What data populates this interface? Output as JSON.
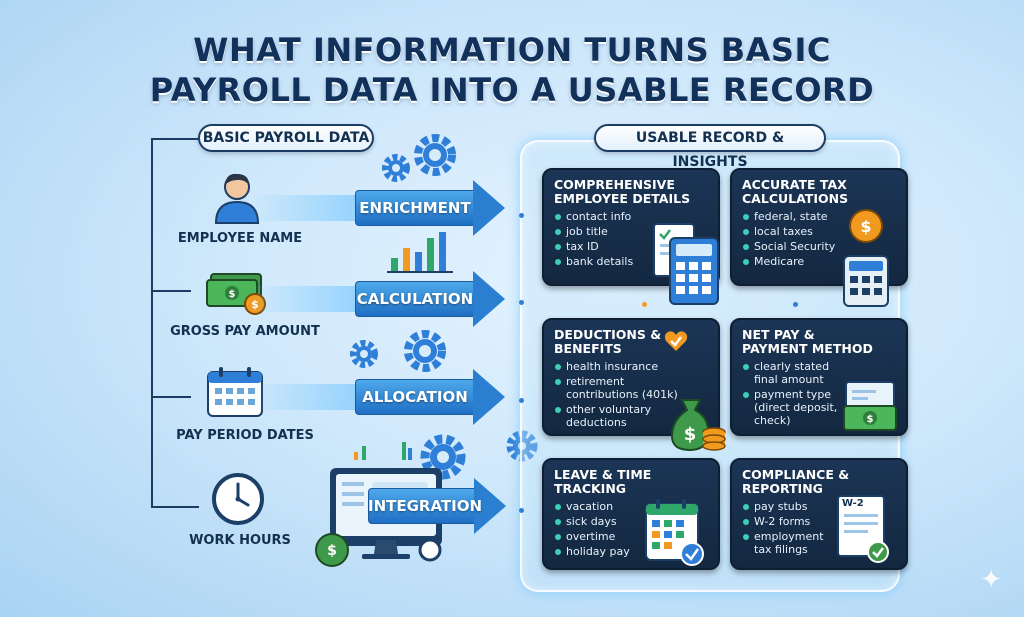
{
  "title": {
    "line1": "WHAT INFORMATION TURNS BASIC",
    "line2": "PAYROLL DATA INTO A USABLE RECORD"
  },
  "left": {
    "header": "BASIC PAYROLL DATA",
    "items": [
      {
        "label": "EMPLOYEE NAME",
        "icon": "person-icon"
      },
      {
        "label": "GROSS PAY AMOUNT",
        "icon": "cash-icon"
      },
      {
        "label": "PAY PERIOD DATES",
        "icon": "calendar-icon"
      },
      {
        "label": "WORK HOURS",
        "icon": "clock-icon"
      }
    ]
  },
  "processes": [
    {
      "label": "ENRICHMENT"
    },
    {
      "label": "CALCULATION"
    },
    {
      "label": "ALLOCATION"
    },
    {
      "label": "INTEGRATION"
    }
  ],
  "right": {
    "header": "USABLE RECORD & INSIGHTS",
    "cards": [
      {
        "title": "COMPREHENSIVE\nEMPLOYEE DETAILS",
        "items": [
          "contact info",
          "job title",
          "tax ID",
          "bank details"
        ]
      },
      {
        "title": "ACCURATE TAX\nCALCULATIONS",
        "items": [
          "federal, state",
          "local taxes",
          "Social Security",
          "Medicare"
        ]
      },
      {
        "title": "DEDUCTIONS &\nBENEFITS",
        "items": [
          "health insurance",
          "retirement\ncontributions (401k)",
          "other voluntary\ndeductions"
        ]
      },
      {
        "title": "NET PAY &\nPAYMENT METHOD",
        "items": [
          "clearly stated\nfinal amount",
          "payment type\n(direct deposit,\ncheck)"
        ]
      },
      {
        "title": "LEAVE & TIME\nTRACKING",
        "items": [
          "vacation",
          "sick days",
          "overtime",
          "holiday pay"
        ]
      },
      {
        "title": "COMPLIANCE &\nREPORTING",
        "items": [
          "pay stubs",
          "W-2 forms",
          "employment\ntax filings"
        ]
      }
    ],
    "w2_label": "W-2"
  },
  "colors": {
    "navy": "#12304f",
    "arrow_blue": "#2a7fd0",
    "money_green": "#3e9a4a",
    "coin_orange": "#f29a1f",
    "bullet_teal": "#3ccfb4"
  }
}
